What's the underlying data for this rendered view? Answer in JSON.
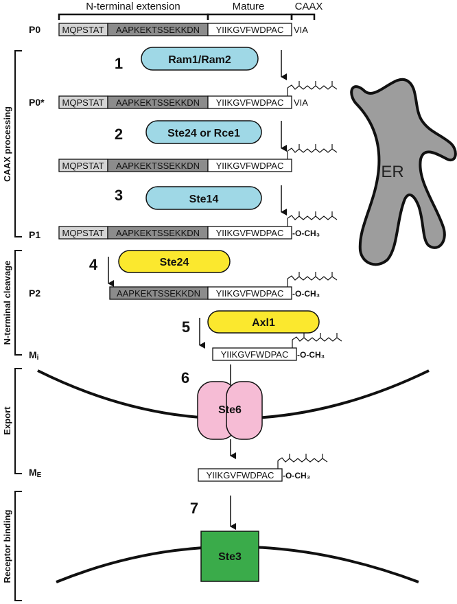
{
  "header": {
    "n_terminal_extension": "N-terminal extension",
    "mature": "Mature",
    "caax": "CAAX"
  },
  "sequences": {
    "seg_a": "MQPSTAT",
    "seg_b": "AAPKEKTSSEKKDN",
    "mature": "YIIKGVFWDPAC",
    "via": "VIA",
    "methyl": "-O-CH₃"
  },
  "stages": {
    "p0": "P0",
    "p0_star": "P0*",
    "p1": "P1",
    "p2": "P2",
    "mi": "Mi",
    "me": "ME"
  },
  "side_labels": {
    "caax_processing": "CAAX processing",
    "n_terminal_cleavage": "N-terminal cleavage",
    "export": "Export",
    "receptor_binding": "Receptor binding"
  },
  "steps": [
    {
      "number": "1",
      "enzyme": "Ram1/Ram2"
    },
    {
      "number": "2",
      "enzyme": "Ste24 or Rce1"
    },
    {
      "number": "3",
      "enzyme": "Ste14"
    },
    {
      "number": "4",
      "enzyme": "Ste24"
    },
    {
      "number": "5",
      "enzyme": "Axl1"
    },
    {
      "number": "6",
      "enzyme": "Ste6"
    },
    {
      "number": "7",
      "enzyme": "Ste3"
    }
  ],
  "er_label": "ER",
  "colors": {
    "seg_a_fill": "#d4d4d4",
    "seg_b_fill": "#8c8c8c",
    "mature_fill": "#ffffff",
    "caax_enzyme": "#9fd8e6",
    "cleavage_enzyme": "#fbe82e",
    "transporter": "#f6bcd5",
    "receptor": "#3aab4a",
    "er_fill": "#9d9d9d"
  }
}
